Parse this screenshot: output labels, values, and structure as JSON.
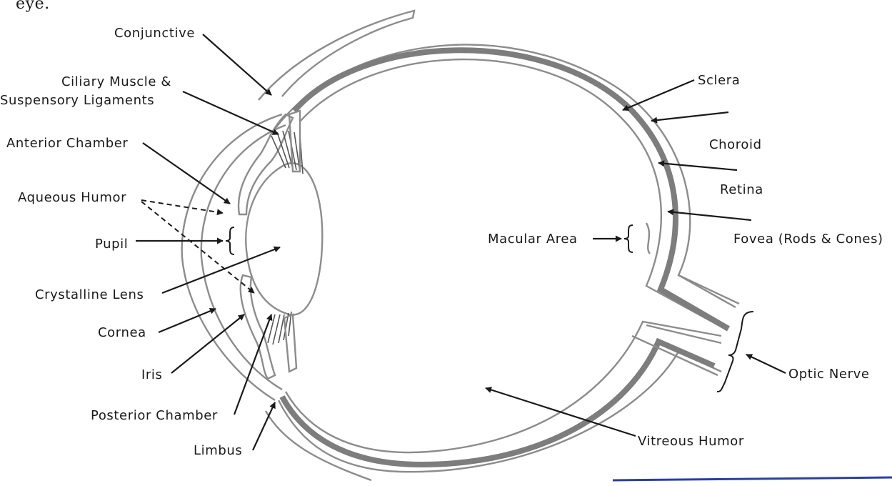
{
  "caption_fragment": "eye.",
  "labels": {
    "conjunctive": "Conjunctive",
    "ciliary_line1": "Ciliary Muscle &",
    "ciliary_line2": "Suspensory Ligaments",
    "anterior_chamber": "Anterior Chamber",
    "aqueous_humor": "Aqueous Humor",
    "pupil": "Pupil",
    "crystalline_lens": "Crystalline Lens",
    "cornea": "Cornea",
    "iris": "Iris",
    "posterior_chamber": "Posterior Chamber",
    "limbus": "Limbus",
    "sclera": "Sclera",
    "choroid": "Choroid",
    "retina": "Retina",
    "fovea": "Fovea (Rods & Cones)",
    "macular_area": "Macular Area",
    "optic_nerve": "Optic Nerve",
    "vitreous_humor": "Vitreous Humor"
  },
  "colors": {
    "outline": "#8c8c8c",
    "choroid_band": "#7d7d7d",
    "text": "#1a1a1a",
    "bottom_rule": "#2b3f9e"
  }
}
